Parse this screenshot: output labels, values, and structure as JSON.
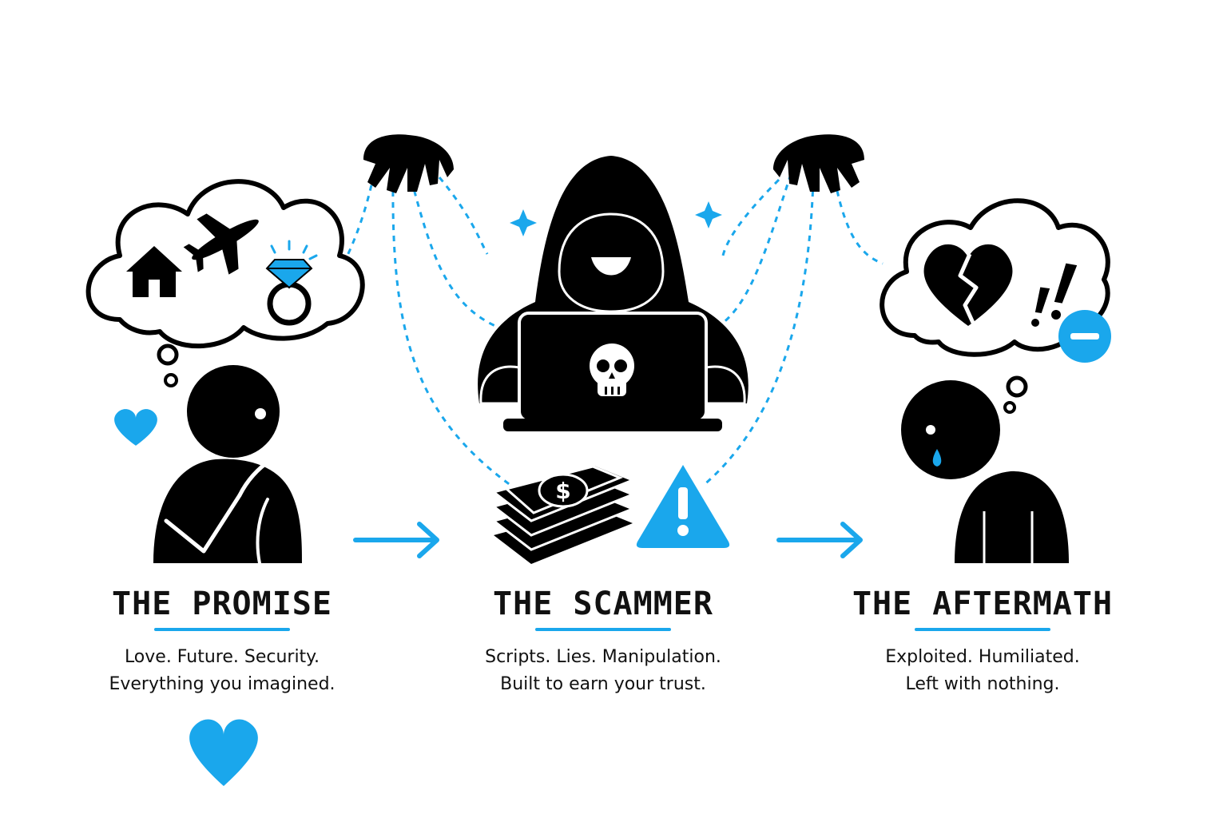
{
  "colors": {
    "accent": "#1aa7ec",
    "ink": "#000000",
    "background": "#ffffff"
  },
  "icons": [
    "house-icon",
    "airplane-icon",
    "diamond-ring-icon",
    "heart-icon",
    "hooded-figure-icon",
    "laptop-icon",
    "skull-icon",
    "puppeteer-hand-icon",
    "money-stack-icon",
    "dollar-icon",
    "warning-icon",
    "broken-heart-icon",
    "exclamation-icon",
    "minus-circle-icon",
    "tear-icon",
    "arrow-right-icon",
    "sparkle-icon",
    "thought-bubble-icon"
  ],
  "panels": [
    {
      "id": "promise",
      "title": "THE PROMISE",
      "lines": [
        "Love. Future. Security.",
        "Everything you imagined."
      ]
    },
    {
      "id": "scammer",
      "title": "THE SCAMMER",
      "lines": [
        "Scripts. Lies. Manipulation.",
        "Built to earn your trust."
      ]
    },
    {
      "id": "aftermath",
      "title": "THE AFTERMATH",
      "lines": [
        "Exploited. Humiliated.",
        "Left with nothing."
      ]
    }
  ]
}
